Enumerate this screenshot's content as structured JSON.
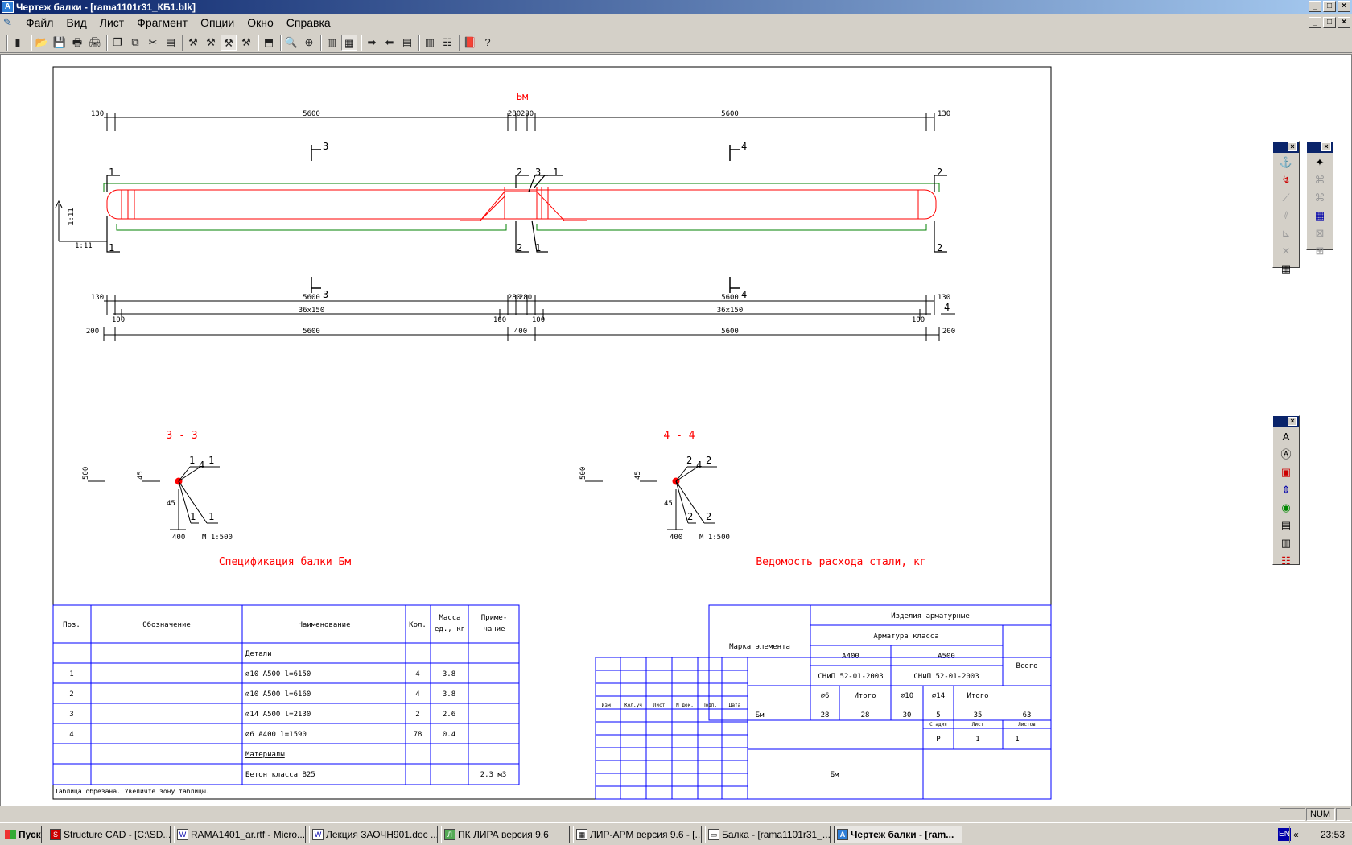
{
  "window": {
    "title": "Чертеж балки - [rama1101r31_КБ1.blk]"
  },
  "menu": [
    "Файл",
    "Вид",
    "Лист",
    "Фрагмент",
    "Опции",
    "Окно",
    "Справка"
  ],
  "drawing": {
    "beam_title": "Бм",
    "top_dims": [
      "130",
      "5600",
      "280",
      "280",
      "5600",
      "130"
    ],
    "bottom_dims1": [
      "130",
      "5600",
      "280",
      "280",
      "5600",
      "130"
    ],
    "bottom_dims2": [
      "100",
      "36x150",
      "100",
      "100",
      "36x150",
      "100"
    ],
    "bottom_dims3": [
      "200",
      "5600",
      "400",
      "5600",
      "200"
    ],
    "section_marks": [
      "3",
      "3",
      "4",
      "4"
    ],
    "pos_labels": [
      "1",
      "2",
      "3",
      "1",
      "2",
      "1",
      "2",
      "1",
      "2"
    ],
    "slope": "1:11",
    "last_mark": "4",
    "section33": {
      "title": "3 - 3",
      "h": "500",
      "a": "45",
      "b": "45",
      "w": "400",
      "scale": "М 1:500",
      "p1": "1",
      "p2": "4",
      "p3": "1",
      "p4": "1",
      "p5": "1"
    },
    "section44": {
      "title": "4 - 4",
      "h": "500",
      "a": "45",
      "b": "45",
      "w": "400",
      "scale": "М 1:500",
      "p1": "2",
      "p2": "4",
      "p3": "2",
      "p4": "2",
      "p5": "2"
    },
    "spec_title": "Спецификация балки Бм",
    "spec_headers": [
      "Поз.",
      "Обозначение",
      "Наименование",
      "Кол.",
      "Масса ед., кг",
      "Приме- чание"
    ],
    "spec_rows": [
      {
        "pos": "",
        "name": "Детали",
        "qty": "",
        "mass": "",
        "note": ""
      },
      {
        "pos": "1",
        "name": "∅10 А500 l=6150",
        "qty": "4",
        "mass": "3.8",
        "note": ""
      },
      {
        "pos": "2",
        "name": "∅10 А500 l=6160",
        "qty": "4",
        "mass": "3.8",
        "note": ""
      },
      {
        "pos": "3",
        "name": "∅14 А500 l=2130",
        "qty": "2",
        "mass": "2.6",
        "note": ""
      },
      {
        "pos": "4",
        "name": "∅6 А400 l=1590",
        "qty": "78",
        "mass": "0.4",
        "note": ""
      },
      {
        "pos": "",
        "name": "Материалы",
        "qty": "",
        "mass": "",
        "note": ""
      },
      {
        "pos": "",
        "name": "Бетон класса В25",
        "qty": "",
        "mass": "",
        "note": "2.3 м3"
      }
    ],
    "spec_note": "Таблица обрезана. Увеличте зону таблицы.",
    "steel_title": "Ведомость расхода стали, кг",
    "steel": {
      "mark_header": "Марка элемента",
      "items": "Изделия арматурные",
      "class": "Арматура класса",
      "a400": "А400",
      "a500": "А500",
      "snip1": "СНиП 52-01-2003",
      "snip2": "СНиП 52-01-2003",
      "total": "Всего",
      "d6": "∅6",
      "itogo1": "Итого",
      "d10": "∅10",
      "d14": "∅14",
      "itogo2": "Итого",
      "row": [
        "Бм",
        "28",
        "28",
        "30",
        "5",
        "35",
        "63"
      ]
    },
    "stamp": {
      "kol": "Изм.",
      "koluch": "Кол.уч",
      "list": "Лист",
      "ndoc": "N док.",
      "podp": "Подп.",
      "data": "Дата",
      "stadiya": "Стадия",
      "listh": "Лист",
      "listov": "Листов",
      "st": "Р",
      "l": "1",
      "ls": "1",
      "name": "Бм"
    }
  },
  "status": {
    "num": "NUM"
  },
  "taskbar": {
    "start": "Пуск",
    "tasks": [
      "Structure CAD  - [C:\\SD...",
      "RAMA1401_ar.rtf - Micro...",
      "Лекция ЗАОЧН901.doc ...",
      "ПК ЛИРА  версия 9.6",
      "ЛИР-АРМ версия 9.6 - [...",
      "Балка - [rama1101r31_...",
      "Чертеж балки - [ram..."
    ],
    "lang": "EN",
    "clock": "23:53"
  },
  "colors": {
    "red": "#ff0000",
    "blue": "#0000ff",
    "green": "#008000",
    "titlebar": "#0a246a"
  }
}
